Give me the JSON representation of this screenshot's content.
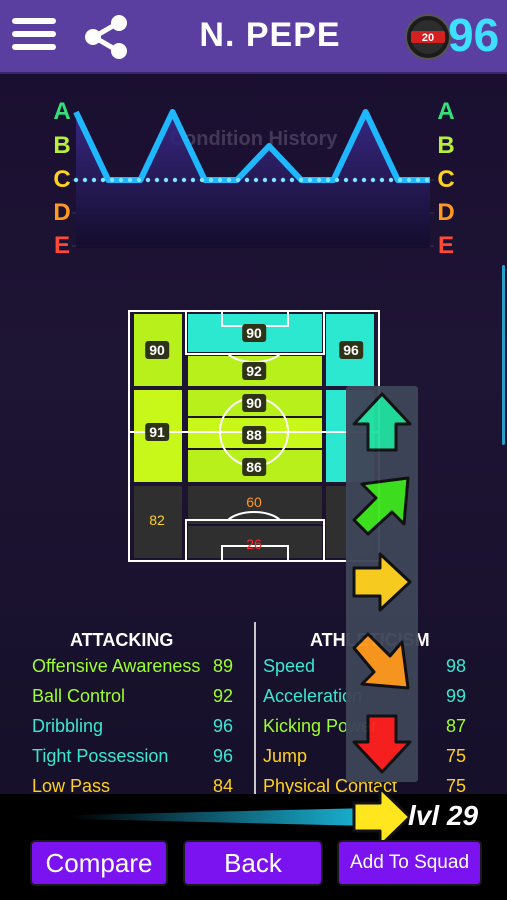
{
  "header": {
    "title": "N. PEPE",
    "rating": "96",
    "badge_text": "20"
  },
  "history": {
    "caption": "Condition History",
    "grades": [
      "A",
      "B",
      "C",
      "D",
      "E"
    ],
    "grade_colors": [
      "#35e07a",
      "#b6f03a",
      "#ffd21e",
      "#ff9a1e",
      "#ff4a3a"
    ],
    "peaks": [
      "A",
      "C",
      "C",
      "A",
      "C",
      "C",
      "B",
      "C",
      "C",
      "A",
      "C",
      "C"
    ]
  },
  "pitch": {
    "zones": {
      "top_center": "90",
      "left_upper": "90",
      "right_upper": "96",
      "center_upper": "92",
      "center_mid_top": "90",
      "left_mid": "91",
      "center_circle": "88",
      "center_mid_low": "86",
      "left_lower": "82",
      "center_lower": "60",
      "goal_area": "26"
    }
  },
  "stats": {
    "attacking_title": "ATTACKING",
    "athletic_title": "ATHLETICISM",
    "attacking": [
      {
        "name": "Offensive Awareness",
        "value": "89",
        "color": "#9dff2a"
      },
      {
        "name": "Ball Control",
        "value": "92",
        "color": "#9dff2a"
      },
      {
        "name": "Dribbling",
        "value": "96",
        "color": "#38e8d0"
      },
      {
        "name": "Tight Possession",
        "value": "96",
        "color": "#38e8d0"
      },
      {
        "name": "Low Pass",
        "value": "84",
        "color": "#ffd21e"
      }
    ],
    "athletic": [
      {
        "name": "Speed",
        "value": "98",
        "color": "#38e8d0"
      },
      {
        "name": "Acceleration",
        "value": "99",
        "color": "#38e8d0"
      },
      {
        "name": "Kicking Power",
        "value": "87",
        "color": "#9dff2a"
      },
      {
        "name": "Jump",
        "value": "75",
        "color": "#ffd21e"
      },
      {
        "name": "Physical Contact",
        "value": "75",
        "color": "#ffd21e"
      }
    ]
  },
  "level": {
    "text": "lvl 29",
    "progress": 0.9
  },
  "buttons": {
    "compare": "Compare",
    "back": "Back",
    "add": "Add To Squad"
  },
  "colors": {
    "accent": "#7a13f0",
    "header": "#5b3fa0",
    "rating": "#3de0ff"
  }
}
